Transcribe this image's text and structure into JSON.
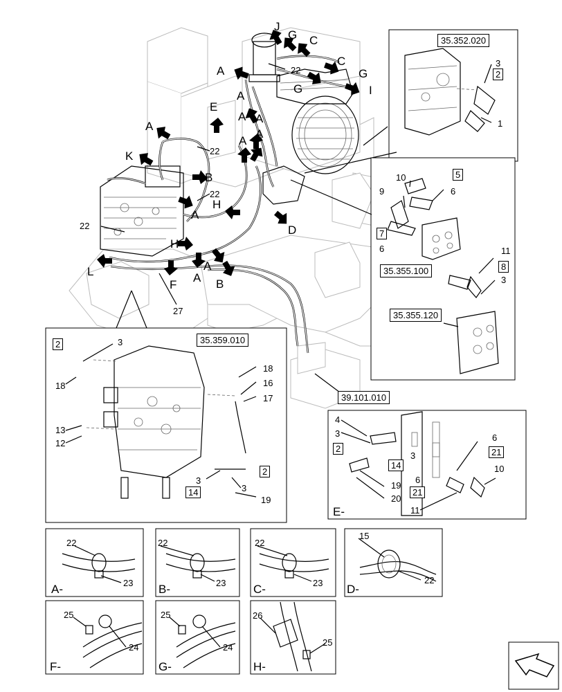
{
  "refs": {
    "r1": "35.352.020",
    "r2": "35.355.100",
    "r3": "35.355.120",
    "r4": "35.359.010",
    "r5": "39.101.010"
  },
  "callouts": {
    "A": "A",
    "B": "B",
    "C": "C",
    "D": "D",
    "E": "E",
    "F": "F",
    "G": "G",
    "H": "H",
    "J": "J",
    "K": "K",
    "L": "L"
  },
  "numbers": {
    "n1": "1",
    "n2": "2",
    "n3": "3",
    "n4": "4",
    "n5": "5",
    "n6": "6",
    "n7": "7",
    "n8": "8",
    "n9": "9",
    "n10": "10",
    "n11": "11",
    "n12": "12",
    "n13": "13",
    "n14": "14",
    "n15": "15",
    "n16": "16",
    "n17": "17",
    "n18": "18",
    "n19": "19",
    "n20": "20",
    "n21": "21",
    "n22": "22",
    "n23": "23",
    "n24": "24",
    "n25": "25",
    "n26": "26",
    "n27": "27"
  },
  "details": {
    "A": "A-",
    "B": "B-",
    "C": "C-",
    "D": "D-",
    "E": "E-",
    "F": "F-",
    "G": "G-",
    "H": "H-"
  }
}
